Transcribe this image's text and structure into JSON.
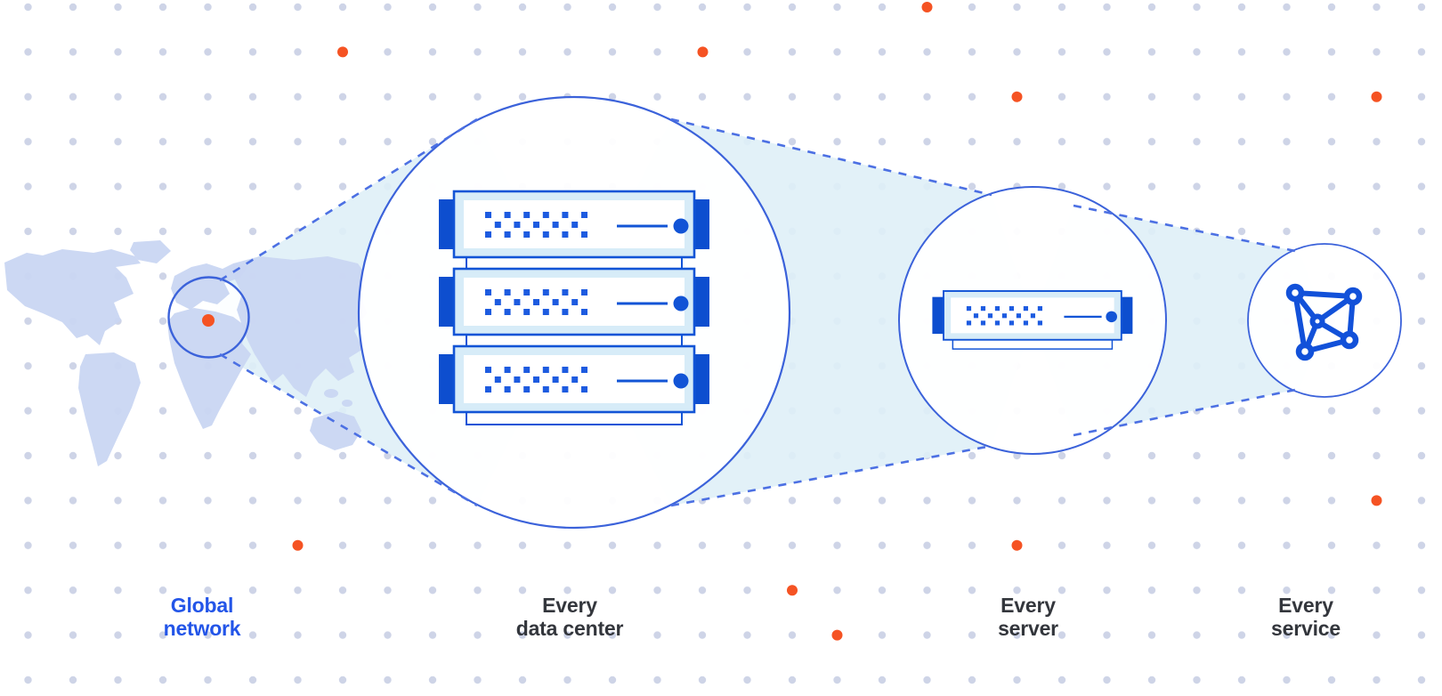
{
  "diagram_title": "Global network to service zoom diagram",
  "labels": {
    "global_network": {
      "line1": "Global",
      "line2": "network"
    },
    "every_data_center": {
      "line1": "Every",
      "line2": "data center"
    },
    "every_server": {
      "line1": "Every",
      "line2": "server"
    },
    "every_service": {
      "line1": "Every",
      "line2": "service"
    }
  },
  "icons": {
    "world_map": "world-map",
    "location_marker": "location-marker-dot",
    "data_center": "server-rack-stack",
    "server": "server-unit",
    "service_mesh": "network-mesh"
  },
  "colors": {
    "background": "#ffffff",
    "grid_dot": "#c6cde3",
    "accent_orange": "#f55323",
    "beam_fill": "#dff0f7",
    "circle_stroke": "#3b62da",
    "dash_stroke": "#4c70e3",
    "map_fill": "#c9d6f2",
    "server_outline": "#1254d6",
    "server_tab": "#0d4ecf",
    "server_band": "#d7ecf8",
    "server_pixel": "#1d5be0",
    "mesh_icon": "#1251d9",
    "label_dark": "#33363c",
    "label_blue": "#2355e8"
  }
}
